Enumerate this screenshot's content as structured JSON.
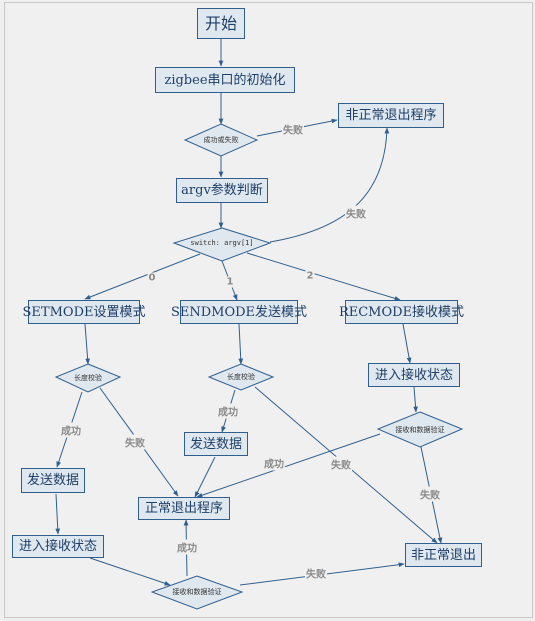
{
  "nodes": {
    "start": "开始",
    "zigbee_init": "zigbee串口的初始化",
    "exit_abnormal_program": "非正常退出程序",
    "check_result": "成功或失败",
    "argv_check": "argv参数判断",
    "switch": "switch: argv[1]",
    "setmode": "SETMODE设置模式",
    "sendmode": "SENDMODE发送模式",
    "recmode": "RECMODE接收模式",
    "len_check_set": "长度校验",
    "len_check_send": "长度校验",
    "enter_recv_state_rec": "进入接收状态",
    "recv_verify_rec": "接收和数据验证",
    "send_data_send": "发送数据",
    "send_data_set": "发送数据",
    "normal_exit": "正常退出程序",
    "enter_recv_state_set": "进入接收状态",
    "abnormal_exit": "非正常退出",
    "recv_verify_set": "接收和数据验证"
  },
  "edge_labels": {
    "fail_top": "失败",
    "fail_switch": "失败",
    "case_0": "0",
    "case_1": "1",
    "case_2": "2",
    "success_set_len": "成功",
    "fail_set_len": "失败",
    "success_send_len": "成功",
    "fail_send_len": "失败",
    "success_rec_verify": "成功",
    "fail_rec_verify": "失败",
    "success_bottom": "成功",
    "fail_bottom": "失败"
  },
  "colors": {
    "box_border": "#2f5f8f",
    "box_fill": "#dfe7ef",
    "text": "#1f3f68",
    "line": "#2f5f8f",
    "edge_label": "#8a8a8a",
    "background": "#f0f0f0"
  }
}
